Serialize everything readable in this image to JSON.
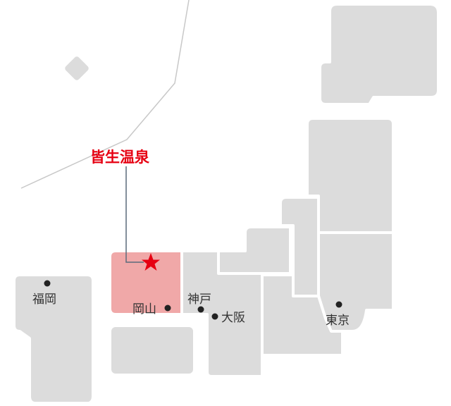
{
  "highlight_color": "#e60012",
  "highlight_region_color": "#f0a8a8",
  "land_color": "#dcdcdc",
  "callout": {
    "label": "皆生温泉",
    "marker_icon": "star-icon"
  },
  "cities": {
    "fukuoka": "福岡",
    "okayama": "岡山",
    "kobe": "神戸",
    "osaka": "大阪",
    "tokyo": "東京"
  }
}
